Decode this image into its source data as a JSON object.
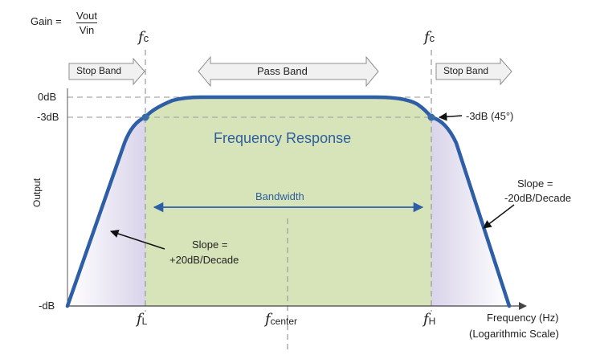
{
  "gain": {
    "label": "Gain =",
    "numerator": "Vout",
    "denominator": "Vin"
  },
  "bands": {
    "stop_left": "Stop Band",
    "pass": "Pass Band",
    "stop_right": "Stop Band"
  },
  "cutoff": {
    "symbol": "f",
    "sub": "c"
  },
  "levels": {
    "zero_db": "0dB",
    "minus3_db": "-3dB",
    "minus_db": "-dB"
  },
  "annotation_3db": "-3dB (45°)",
  "title": "Frequency Response",
  "bandwidth": "Bandwidth",
  "slope_left": {
    "line1": "Slope =",
    "line2": "+20dB/Decade"
  },
  "slope_right": {
    "line1": "Slope =",
    "line2": "-20dB/Decade"
  },
  "y_axis": "Output",
  "x_axis": {
    "line1": "Frequency (Hz)",
    "line2": "(Logarithmic Scale)"
  },
  "x_ticks": {
    "f_low": {
      "symbol": "f",
      "sub": "L"
    },
    "f_center": {
      "symbol": "f",
      "sub": "center"
    },
    "f_high": {
      "symbol": "f",
      "sub": "H"
    }
  },
  "colors": {
    "pass_fill": "#d7e4b9",
    "stop_fill": "#ddd9ea",
    "curve": "#2e5ea6",
    "text_blue": "#2e5e9e",
    "arrow_fill": "#f1f1f1",
    "arrow_stroke": "#8e8e8e"
  }
}
